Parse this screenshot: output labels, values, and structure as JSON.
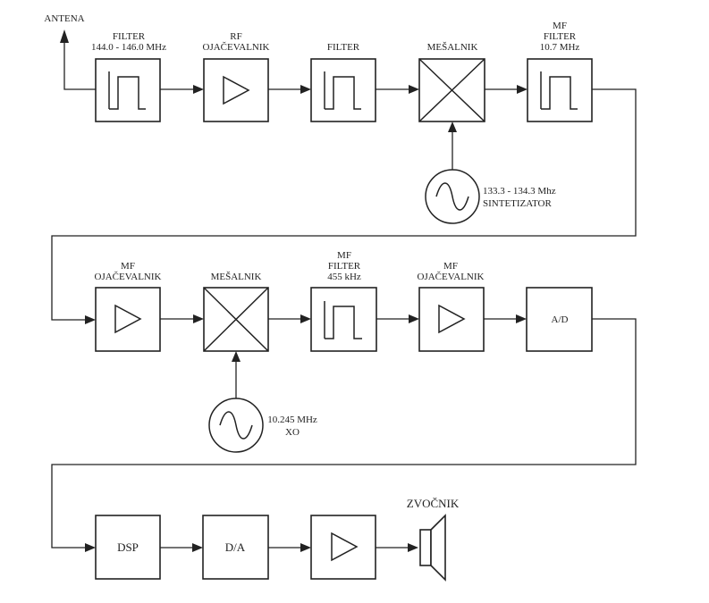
{
  "labels": {
    "antenna": "ANTENA",
    "filter1_l1": "FILTER",
    "filter1_l2": "144.0 - 146.0 MHz",
    "rf_l1": "RF",
    "rf_l2": "OJAČEVALNIK",
    "filter2": "FILTER",
    "mixer1": "MEŠALNIK",
    "mf_filter1_l1": "MF",
    "mf_filter1_l2": "FILTER",
    "mf_filter1_l3": "10.7 MHz",
    "synth_l1": "133.3 - 134.3 Mhz",
    "synth_l2": "SINTETIZATOR",
    "mf_amp1_l1": "MF",
    "mf_amp1_l2": "OJAČEVALNIK",
    "mixer2": "MEŠALNIK",
    "mf_filter2_l1": "MF",
    "mf_filter2_l2": "FILTER",
    "mf_filter2_l3": "455 kHz",
    "mf_amp2_l1": "MF",
    "mf_amp2_l2": "OJAČEVALNIK",
    "ad": "A/D",
    "xo_l1": "10.245 MHz",
    "xo_l2": "XO",
    "dsp": "DSP",
    "da": "D/A",
    "speaker": "ZVOČNIK"
  }
}
